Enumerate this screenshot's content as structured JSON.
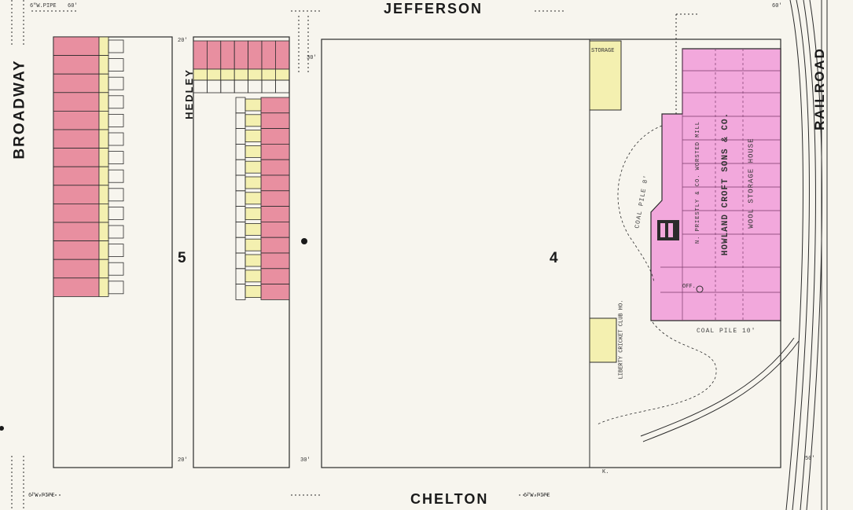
{
  "streets": {
    "top": "JEFFERSON",
    "bottom": "CHELTON",
    "left": "BROADWAY",
    "alley": "HEDLEY",
    "right": "RAILROAD"
  },
  "blocks": {
    "left": "5",
    "right": "4"
  },
  "labels": {
    "company_line1": "HOWLAND CROFT SONS & CO.",
    "company_line2": "WOOL STORAGE HOUSE",
    "mill_line": "N. PRIESTLY & CO. WORSTED MILL",
    "coal_pile_1": "COAL PILE 8'",
    "coal_pile_2": "COAL PILE 10'",
    "storage": "STORAGE",
    "cricket_club": "LIBERTY CRICKET CLUB HO.",
    "office": "OFF.",
    "gas_main_top": "6\"W.PIPE",
    "gas_main_bottom_left": "6\"W.PIPE",
    "gas_main_bottom_right": "6\"W.PIPE",
    "width_60_a": "60'",
    "width_60_b": "60'",
    "width_20_a": "20'",
    "width_20_b": "20'",
    "width_30_a": "30'",
    "width_30_b": "30'",
    "width_50": "50'",
    "mark_k": "K."
  },
  "colors": {
    "brick": "#e88fa0",
    "frame": "#f4f0b0",
    "stone_mill": "#f2a8dc",
    "street_line": "#2b2b2b",
    "background": "#f7f5ee"
  }
}
